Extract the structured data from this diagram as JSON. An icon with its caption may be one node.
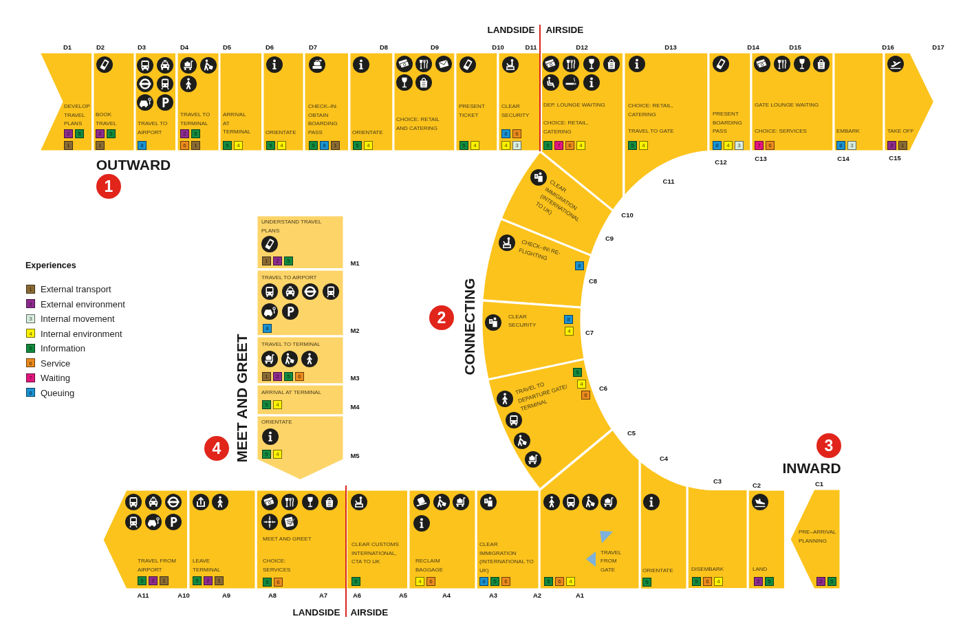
{
  "diagram": {
    "nodes": [
      {
        "text": [
          "DEVELOP TRAVEL PLANS"
        ]
      },
      {
        "text": [
          "BOOK TRAVEL"
        ]
      },
      {
        "text": [
          "TRAVEL TO AIRPORT"
        ]
      },
      {
        "text": [
          "TRAVEL TO TERMINAL"
        ]
      },
      {
        "text": [
          "ARRIVAL AT TERMINAL"
        ]
      },
      {
        "text": [
          "ORIENTATE"
        ]
      },
      {
        "text": [
          "CHECK–IN: OBTAIN BOARDING PASS"
        ]
      },
      {
        "text": [
          "ORIENTATE"
        ]
      },
      {
        "text": [
          "CHOICE: RETAIL AND CATERING"
        ]
      },
      {
        "text": [
          "PRESENT TICKET"
        ]
      },
      {
        "text": [
          "CLEAR SECURITY"
        ]
      },
      {
        "text": [
          "DEP. LOUNGE WAITING",
          "CHOICE: RETAIL, CATERING"
        ]
      },
      {
        "text": [
          "CHOICE: RETAIL, CATERING",
          "TRAVEL TO GATE"
        ]
      },
      {
        "text": [
          "PRESENT BOARDING PASS"
        ]
      },
      {
        "text": [
          "GATE LOUNGE WAITING",
          "CHOICE: SERVICES"
        ]
      },
      {
        "text": [
          "EMBARK"
        ]
      },
      {
        "text": [
          "TAKE OFF"
        ]
      },
      {
        "text": [
          "1"
        ],
        "beside": [
          "OUTWARD"
        ]
      },
      {
        "text": [
          "2"
        ],
        "beside": [
          "CONNECTING"
        ]
      },
      {
        "text": [
          "CLEAR IMMIGRATION (INTERNATIONAL TO UK)"
        ]
      },
      {
        "text": [
          "CHECK–IN\\ RE-FLIGHTING"
        ]
      },
      {
        "text": [
          "CLEAR SECURITY"
        ]
      },
      {
        "text": [
          "TRAVEL TO DEPARTURE GATE/ TERMINAL"
        ]
      },
      {
        "text": [
          "3"
        ],
        "beside": [
          "INWARD"
        ]
      },
      {
        "text": [
          "PRE–ARRIVAL PLANNING"
        ]
      },
      {
        "text": [
          "LAND"
        ]
      },
      {
        "text": [
          "DISEMBARK"
        ]
      },
      {
        "text": [
          "ORIENTATE"
        ]
      },
      {
        "text": [
          "TRAVEL FROM GATE"
        ]
      },
      {
        "text": [
          "CLEAR IMMIGRATION (INTERNATIONAL TO UK)"
        ]
      },
      {
        "text": [
          "RECLAIM BAGGAGE"
        ]
      },
      {
        "text": [
          "CLEAR CUSTOMS INTERNATIONAL, CTA TO UK"
        ]
      },
      {
        "text": [
          "MEET AND GREET",
          "CHOICE: SERVICES"
        ]
      },
      {
        "text": [
          "LEAVE TERMINAL"
        ]
      },
      {
        "text": [
          "TRAVEL FROM AIRPORT"
        ]
      },
      {
        "text": [
          "4"
        ],
        "beside": [
          "MEET AND GREET"
        ]
      },
      {
        "text": [
          "UNDERSTAND TRAVEL PLANS"
        ]
      },
      {
        "text": [
          "TRAVEL TO AIRPORT"
        ]
      },
      {
        "text": [
          "TRAVEL TO TERMINAL"
        ]
      },
      {
        "text": [
          "ARRIVAL AT TERMINAL"
        ]
      },
      {
        "text": [
          "ORIENTATE"
        ]
      },
      {
        "text": [
          "2"
        ],
        "in": 0
      },
      {
        "text": [
          "5"
        ],
        "in": 0
      },
      {
        "text": [
          "1"
        ],
        "in": 0
      },
      {
        "text": [
          "2"
        ],
        "in": 1
      },
      {
        "text": [
          "5"
        ],
        "in": 1
      },
      {
        "text": [
          "1"
        ],
        "in": 1
      },
      {
        "text": [
          "8"
        ],
        "in": 2
      },
      {
        "text": [
          "2"
        ],
        "in": 3
      },
      {
        "text": [
          "5"
        ],
        "in": 3
      },
      {
        "text": [
          "6"
        ],
        "in": 3
      },
      {
        "text": [
          "1"
        ],
        "in": 3
      },
      {
        "text": [
          "5"
        ],
        "in": 4
      },
      {
        "text": [
          "4"
        ],
        "in": 4
      },
      {
        "text": [
          "5"
        ],
        "in": 5
      },
      {
        "text": [
          "4"
        ],
        "in": 5
      },
      {
        "text": [
          "5"
        ],
        "in": 6
      },
      {
        "text": [
          "8"
        ],
        "in": 6
      },
      {
        "text": [
          "1"
        ],
        "in": 6
      },
      {
        "text": [
          "5"
        ],
        "in": 7
      },
      {
        "text": [
          "4"
        ],
        "in": 7
      },
      {
        "text": [
          "5"
        ],
        "in": 9
      },
      {
        "text": [
          "4"
        ],
        "in": 9
      },
      {
        "text": [
          "8"
        ],
        "in": 10
      },
      {
        "text": [
          "6"
        ],
        "in": 10
      },
      {
        "text": [
          "4"
        ],
        "in": 10
      },
      {
        "text": [
          "3"
        ],
        "in": 10
      },
      {
        "text": [
          "5"
        ],
        "in": 11
      },
      {
        "text": [
          "7"
        ],
        "in": 11
      },
      {
        "text": [
          "6"
        ],
        "in": 11
      },
      {
        "text": [
          "4"
        ],
        "in": 11
      },
      {
        "text": [
          "5"
        ],
        "in": 12
      },
      {
        "text": [
          "4"
        ],
        "in": 12
      },
      {
        "text": [
          "8"
        ],
        "in": 13
      },
      {
        "text": [
          "4"
        ],
        "in": 13
      },
      {
        "text": [
          "3"
        ],
        "in": 13
      },
      {
        "text": [
          "7"
        ],
        "in": 14
      },
      {
        "text": [
          "6"
        ],
        "in": 14
      },
      {
        "text": [
          "8"
        ],
        "in": 15
      },
      {
        "text": [
          "3"
        ],
        "in": 15
      },
      {
        "text": [
          "2"
        ],
        "in": 16
      },
      {
        "text": [
          "1"
        ],
        "in": 16
      },
      {
        "text": [
          "8"
        ],
        "in": 20
      },
      {
        "text": [
          "8"
        ],
        "in": 21
      },
      {
        "text": [
          "4"
        ],
        "in": 21
      },
      {
        "text": [
          "5"
        ],
        "in": 22
      },
      {
        "text": [
          "4"
        ],
        "in": 22
      },
      {
        "text": [
          "6"
        ],
        "in": 22
      },
      {
        "text": [
          "2"
        ],
        "in": 24
      },
      {
        "text": [
          "5"
        ],
        "in": 24
      },
      {
        "text": [
          "2"
        ],
        "in": 25
      },
      {
        "text": [
          "5"
        ],
        "in": 25
      },
      {
        "text": [
          "5"
        ],
        "in": 26
      },
      {
        "text": [
          "6"
        ],
        "in": 26
      },
      {
        "text": [
          "4"
        ],
        "in": 26
      },
      {
        "text": [
          "5"
        ],
        "in": 27
      },
      {
        "text": [
          "5"
        ],
        "in": 28
      },
      {
        "text": [
          "6"
        ],
        "in": 28
      },
      {
        "text": [
          "4"
        ],
        "in": 28
      },
      {
        "text": [
          "8"
        ],
        "in": 29
      },
      {
        "text": [
          "5"
        ],
        "in": 29
      },
      {
        "text": [
          "6"
        ],
        "in": 29
      },
      {
        "text": [
          "4"
        ],
        "in": 30
      },
      {
        "text": [
          "6"
        ],
        "in": 30
      },
      {
        "text": [
          "5"
        ],
        "in": 31
      },
      {
        "text": [
          "5"
        ],
        "in": 32
      },
      {
        "text": [
          "6"
        ],
        "in": 32
      },
      {
        "text": [
          "5"
        ],
        "in": 33
      },
      {
        "text": [
          "2"
        ],
        "in": 33
      },
      {
        "text": [
          "1"
        ],
        "in": 33
      },
      {
        "text": [
          "5"
        ],
        "in": 34
      },
      {
        "text": [
          "2"
        ],
        "in": 34
      },
      {
        "text": [
          "1"
        ],
        "in": 34
      },
      {
        "text": [
          "1"
        ],
        "in": 36
      },
      {
        "text": [
          "2"
        ],
        "in": 36
      },
      {
        "text": [
          "5"
        ],
        "in": 36
      },
      {
        "text": [
          "8"
        ],
        "in": 37
      },
      {
        "text": [
          "1"
        ],
        "in": 38
      },
      {
        "text": [
          "2"
        ],
        "in": 38
      },
      {
        "text": [
          "5"
        ],
        "in": 38
      },
      {
        "text": [
          "6"
        ],
        "in": 38
      },
      {
        "text": [
          "5"
        ],
        "in": 39
      },
      {
        "text": [
          "4"
        ],
        "in": 39
      },
      {
        "text": [
          "5"
        ],
        "in": 40
      },
      {
        "text": [
          "4"
        ],
        "in": 40
      }
    ],
    "labels": [
      "LANDSIDE",
      "AIRSIDE",
      "D1",
      "D2",
      "D3",
      "D4",
      "D5",
      "D6",
      "D7",
      "D8",
      "D9",
      "D10",
      "D11",
      "D12",
      "D13",
      "D14",
      "D15",
      "D16",
      "D17",
      "C12",
      "C13",
      "C14",
      "C15",
      "C11",
      "C10",
      "C9",
      "C8",
      "C7",
      "C6",
      "C5",
      "C4",
      "C3",
      "C2",
      "C1",
      "Experiences",
      "1",
      "2",
      "3",
      "4",
      "5",
      "6",
      "7",
      "8",
      "M1",
      "M2",
      "M3",
      "M4",
      "M5",
      "A11",
      "A10",
      "A9",
      "A8",
      "A7",
      "A6",
      "A5",
      "A4",
      "A3",
      "A2",
      "A1",
      "LANDSIDE",
      "AIRSIDE"
    ],
    "legend": [
      {
        "text": "External transport",
        "color": "#8a6a33"
      },
      {
        "text": "External environment",
        "color": "#8e2b8e"
      },
      {
        "text": "Internal movement",
        "color": "#d7ecdd"
      },
      {
        "text": "Internal environment",
        "color": "#fff200"
      },
      {
        "text": "Information",
        "color": "#138a3f"
      },
      {
        "text": "Service",
        "color": "#ea8a1d"
      },
      {
        "text": "Waiting",
        "color": "#e3177f"
      },
      {
        "text": "Queuing",
        "color": "#1b92d2"
      }
    ]
  }
}
